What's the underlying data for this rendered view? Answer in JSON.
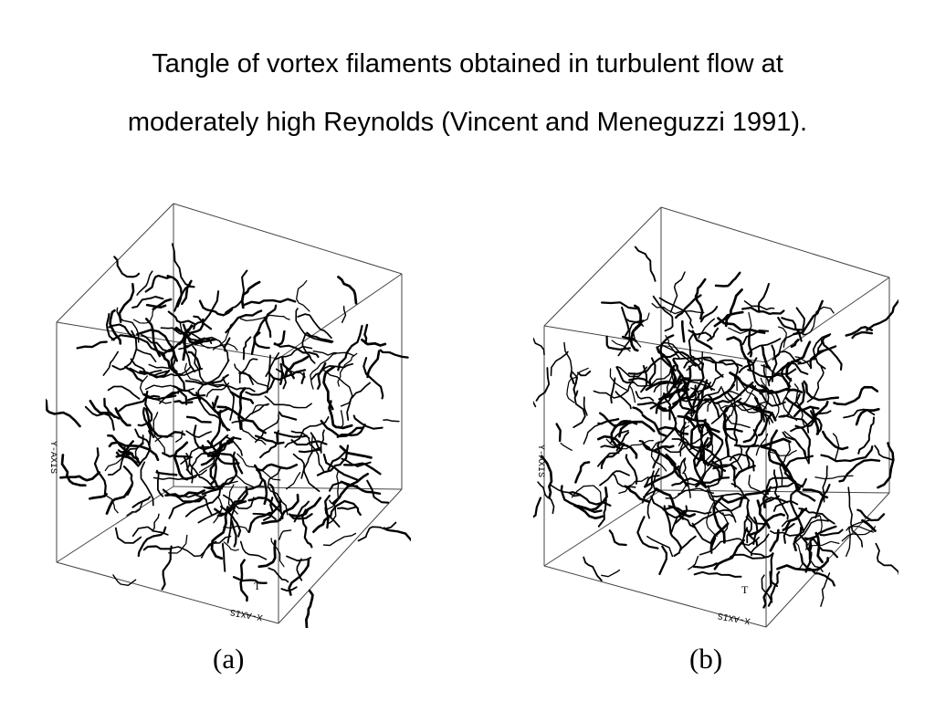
{
  "slide": {
    "title_lines": [
      "Tangle of vortex  filaments obtained in turbulent flow at",
      "moderately high Reynolds  (Vincent and Meneguzzi 1991)."
    ],
    "figures": [
      {
        "id": "a",
        "caption": "(a)",
        "axis_labels": [
          "X-AXIS",
          "Y-AXIS",
          "T"
        ],
        "filament_density": 0.55
      },
      {
        "id": "b",
        "caption": "(b)",
        "axis_labels": [
          "X-AXIS",
          "Y-AXIS",
          "T"
        ],
        "filament_density": 0.85
      }
    ],
    "colors": {
      "background": "#ffffff",
      "ink": "#000000",
      "box_edge": "#444444"
    }
  }
}
